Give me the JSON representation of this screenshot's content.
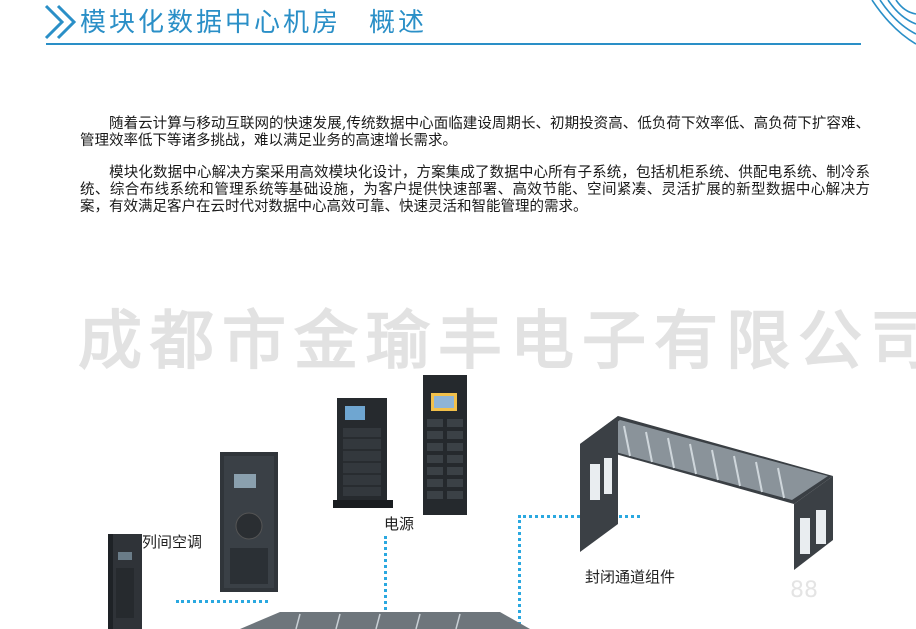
{
  "header": {
    "title": "模块化数据中心机房",
    "subtitle": "概述"
  },
  "paragraphs": {
    "p1": "随着云计算与移动互联网的快速发展,传统数据中心面临建设周期长、初期投资高、低负荷下效率低、高负荷下扩容难、管理效率低下等诸多挑战，难以满足业务的高速增长需求。",
    "p2": "模块化数据中心解决方案采用高效模块化设计，方案集成了数据中心所有子系统，包括机柜系统、供配电系统、制冷系统、综合布线系统和管理系统等基础设施，为客户提供快速部署、高效节能、空间紧凑、灵活扩展的新型数据中心解决方案，有效满足客户在云时代对数据中心高效可靠、快速灵活和智能管理的需求。"
  },
  "watermark": "成都市金瑜丰电子有限公司",
  "labels": {
    "row_ac": "列间空调",
    "power": "电源",
    "aisle": "封闭通道组件"
  },
  "page_number": "88",
  "colors": {
    "accent": "#2a8fc7",
    "connector": "#2aa8e0",
    "cabinet": "#2b2f33"
  }
}
